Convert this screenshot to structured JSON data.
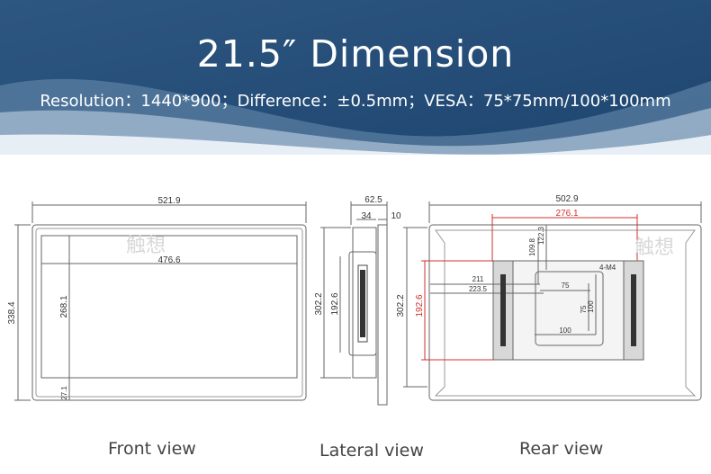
{
  "header": {
    "title": "21.5″  Dimension",
    "subtitle": "Resolution：1440*900；Difference：±0.5mm；VESA：75*75mm/100*100mm"
  },
  "front_view": {
    "caption": "Front view",
    "overall_width": "521.9",
    "screen_width": "476.6",
    "overall_height": "338.4",
    "screen_height": "268.1",
    "bottom_margin": "27.1"
  },
  "lateral_view": {
    "caption": "Lateral view",
    "overall_depth": "62.5",
    "body_depth": "34",
    "bezel_depth": "10",
    "height": "302.2",
    "bracket_height": "192.6"
  },
  "rear_view": {
    "caption": "Rear view",
    "overall_width": "502.9",
    "bracket_width": "276.1",
    "height": "302.2",
    "bracket_height": "192.6",
    "dim_109_8": "109.8",
    "dim_122_3": "122.3",
    "dim_211": "211",
    "dim_223_5": "223.5",
    "vesa_75_h": "75",
    "vesa_75_v": "75",
    "vesa_100_v": "100",
    "vesa_100_h": "100",
    "screw_label": "4-M4"
  },
  "watermark": "触想"
}
